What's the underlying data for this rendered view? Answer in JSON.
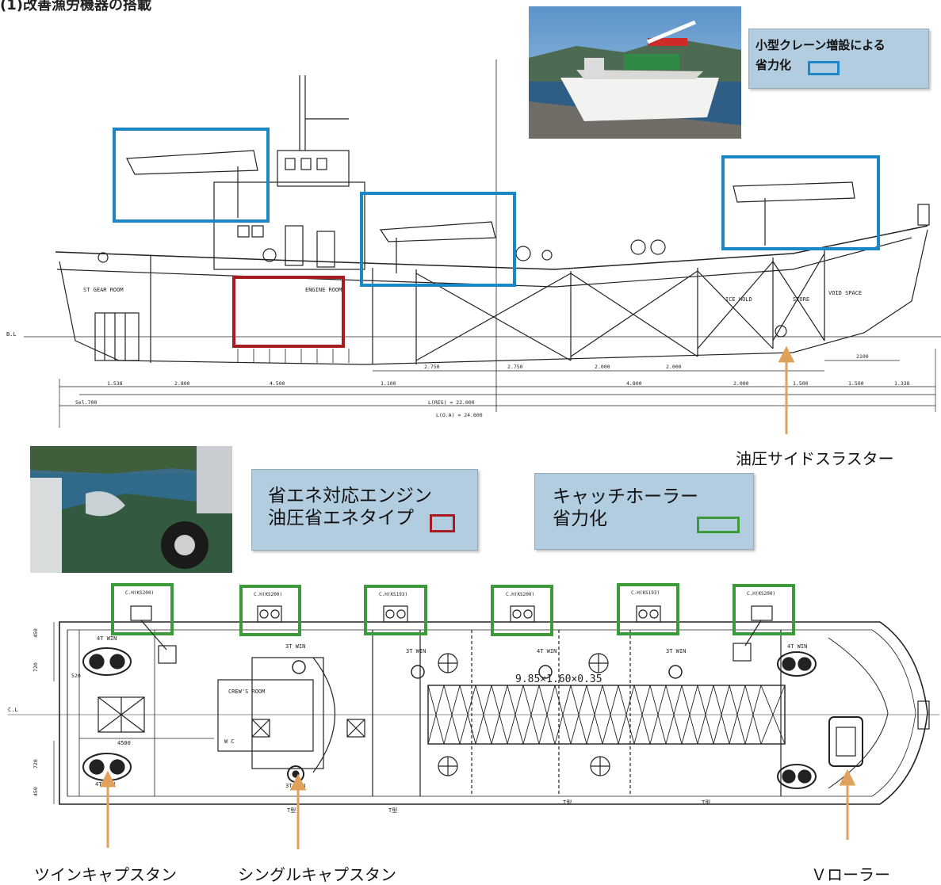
{
  "header": {
    "cropped_title": "(1)改善漁労機器の搭載"
  },
  "legend_crane": {
    "line1": "小型クレーン増設による",
    "line2": "省力化",
    "swatch_color": "#1b87c5"
  },
  "legend_engine": {
    "line1": "省エネ対応エンジン",
    "line2": "油圧省エネタイプ",
    "swatch_color": "#a61c20"
  },
  "legend_hauler": {
    "line1": "キャッチホーラー",
    "line2": "省力化",
    "swatch_color": "#3d9a3a"
  },
  "callouts": {
    "side_thruster": "油圧サイドスラスター",
    "twin_capstan": "ツインキャプスタン",
    "single_capstan": "シングルキャプスタン",
    "v_roller": "Ｖローラー",
    "arrow_color": "#e0a15a"
  },
  "side_view": {
    "bl": "B.L",
    "rooms": {
      "engine_room": "ENGINE ROOM",
      "ice_hold": "ICE HOLD",
      "store": "STORE",
      "void_space": "VOID SPACE",
      "gear_room": "ST GEAR ROOM"
    },
    "dims": {
      "sel": "Sel.700",
      "lreg": "L(REG) = 22.000",
      "loa": "L(O.A) = 24.600",
      "d1": "1.538",
      "d2": "2.800",
      "d3": "4.500",
      "d4": "1.100",
      "d5": "2.750",
      "d6": "2.750",
      "d7": "2.000",
      "d8": "2.000",
      "d9": "4.800",
      "d10": "2.000",
      "d11": "1.500",
      "d12": "1.500",
      "d13": "1.338",
      "d14": "2100"
    }
  },
  "plan_view": {
    "cl": "C.L",
    "crew_room": "CREW'S ROOM",
    "wc": "W C",
    "hatch": "9.85×1.60×0.35",
    "dim_4500": "4500",
    "dims_left": [
      "450",
      "720",
      "520",
      "720",
      "450"
    ],
    "winches": [
      "4T WIN",
      "3T WIN",
      "3T WIN",
      "4T WIN",
      "3T WIN",
      "4T WIN",
      "3T WIN",
      "4T WIN"
    ],
    "frames": [
      "T型",
      "T型",
      "T型",
      "T型"
    ],
    "hauler_codes": [
      "C.H(KS200)",
      "C.H(KS200)",
      "C.H(KS193)",
      "C.H(KS200)",
      "C.H(KS193)",
      "C.H(KS200)"
    ]
  }
}
